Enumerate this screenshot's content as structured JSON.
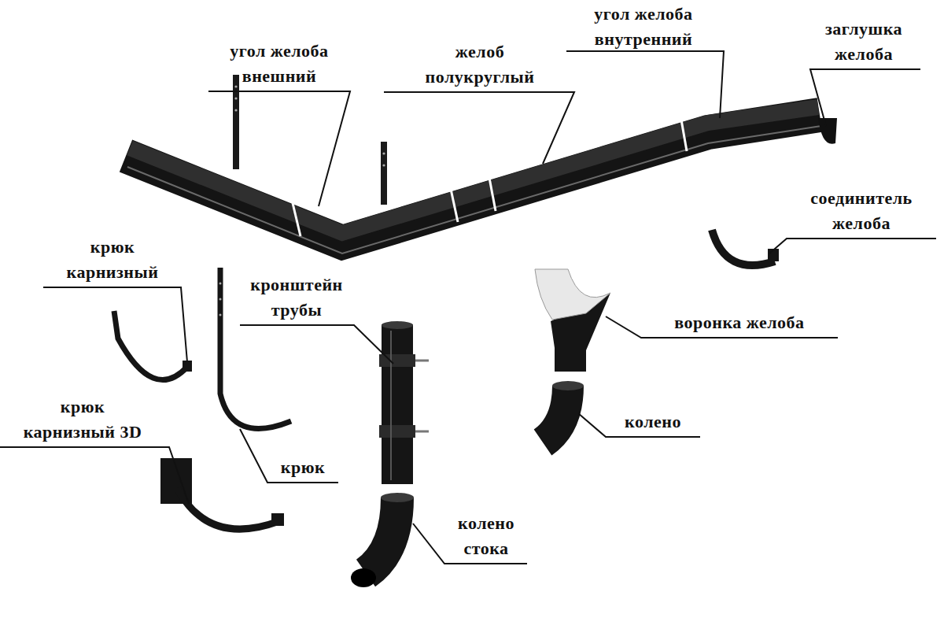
{
  "diagram": {
    "labels": [
      "угол желоба внешний",
      "желоб полукруглый",
      "угол желоба внутренний",
      "заглушка желоба",
      "соединитель желоба",
      "крюк карнизный",
      "кронштейн трубы",
      "воронка желоба",
      "колено",
      "крюк карнизный 3D",
      "крюк",
      "колено стока"
    ]
  }
}
